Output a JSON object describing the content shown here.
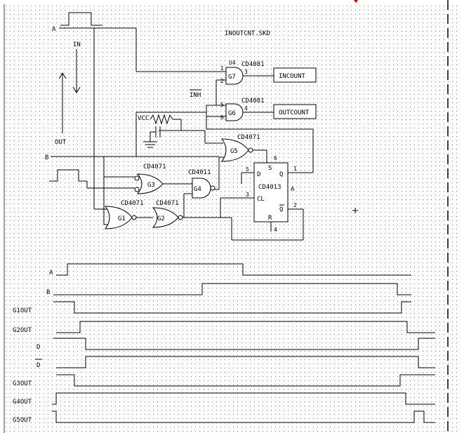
{
  "title": "INOUTCNT.SKD",
  "inputs": {
    "a": "A",
    "b": "B",
    "vcc": "VCC"
  },
  "directions": {
    "in": "IN",
    "out": "OUT"
  },
  "inh": "INH",
  "gates": {
    "g1": {
      "name": "G1",
      "part": "CD4071"
    },
    "g2": {
      "name": "G2",
      "part": "CD4071"
    },
    "g3": {
      "name": "G3",
      "part": "CD4071"
    },
    "g4": {
      "name": "G4",
      "part": "CD4011"
    },
    "g5": {
      "name": "G5",
      "part": "CD4071"
    },
    "g6": {
      "name": "G6",
      "part": "CD4081"
    },
    "g7": {
      "name": "G7",
      "part": "CD4081"
    }
  },
  "ff": {
    "part": "CD4013",
    "side": "A",
    "d": "D",
    "cl": "CL",
    "s": "S",
    "r": "R",
    "q": "Q",
    "qbar": "Q"
  },
  "outputs": {
    "incount": "INCOUNT",
    "outcount": "OUTCOUNT"
  },
  "pins": {
    "g7_in1": "1",
    "g7_in2": "2",
    "g7_out": "3",
    "g7_u": "U4",
    "g6_in1": "5",
    "g6_in2": "6",
    "g6_out": "4",
    "ff_s": "6",
    "ff_d": "5",
    "ff_cl": "3",
    "ff_r": "4",
    "ff_q": "1",
    "ff_qb": "2"
  },
  "timing": {
    "labels": [
      "A",
      "B",
      "G1OUT",
      "G2OUT",
      "D",
      "D",
      "G3OUT",
      "G4OUT",
      "G5OUT"
    ]
  }
}
